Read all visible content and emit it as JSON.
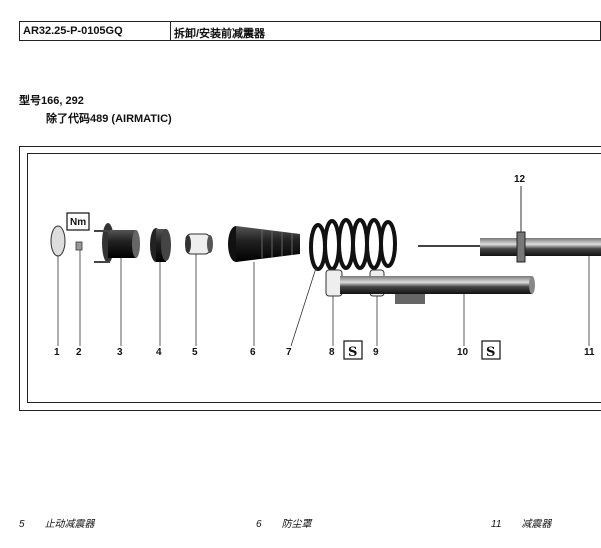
{
  "header": {
    "code": "AR32.25-P-0105GQ",
    "title": "拆卸/安装前减震器"
  },
  "model_line": "型号166, 292",
  "except_line": "除了代码489 (AIRMATIC)",
  "figure": {
    "callouts": [
      "1",
      "2",
      "3",
      "4",
      "5",
      "6",
      "7",
      "8",
      "9",
      "10",
      "11",
      "12"
    ],
    "nm_label": "Nm"
  },
  "legend": [
    {
      "num": "5",
      "text": "止动减震器"
    },
    {
      "num": "6",
      "text": "防尘罩"
    },
    {
      "num": "11",
      "text": "减震器"
    }
  ]
}
